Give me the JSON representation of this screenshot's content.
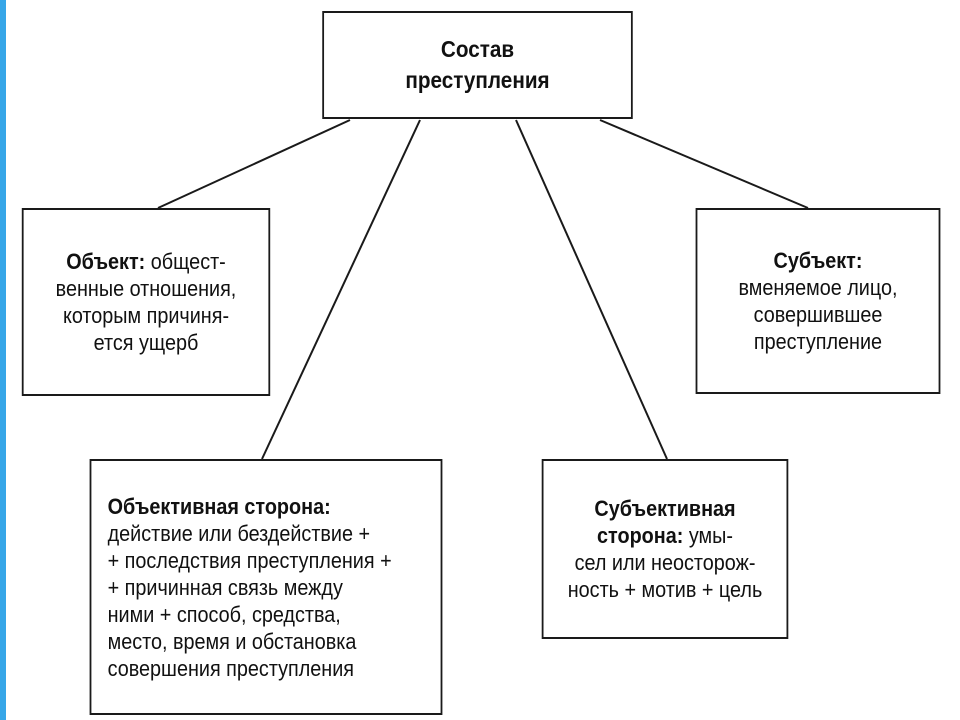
{
  "diagram": {
    "root": {
      "lines": [
        "Состав",
        "преступления"
      ]
    },
    "object": {
      "title": "Объект:",
      "lines": [
        " общест-",
        "венные отношения,",
        "которым причиня-",
        "ется ущерб"
      ]
    },
    "subject": {
      "title": "Субъект:",
      "lines": [
        "вменяемое лицо,",
        "совершившее",
        "преступление"
      ]
    },
    "objective_side": {
      "title": "Объективная сторона:",
      "lines": [
        "действие или бездействие +",
        "+ последствия преступления +",
        "+ причинная связь между",
        "ними + способ, средства,",
        "место, время и обстановка",
        "совершения преступления"
      ]
    },
    "subjective_side": {
      "title_line1": "Субъективная",
      "title_line2": "сторона:",
      "title_line2_rest": " умы-",
      "lines": [
        "сел или неосторож-",
        "ность + мотив + цель"
      ]
    }
  },
  "colors": {
    "stroke": "#1a1a1a",
    "accent_stripe": "#36a6e8"
  }
}
